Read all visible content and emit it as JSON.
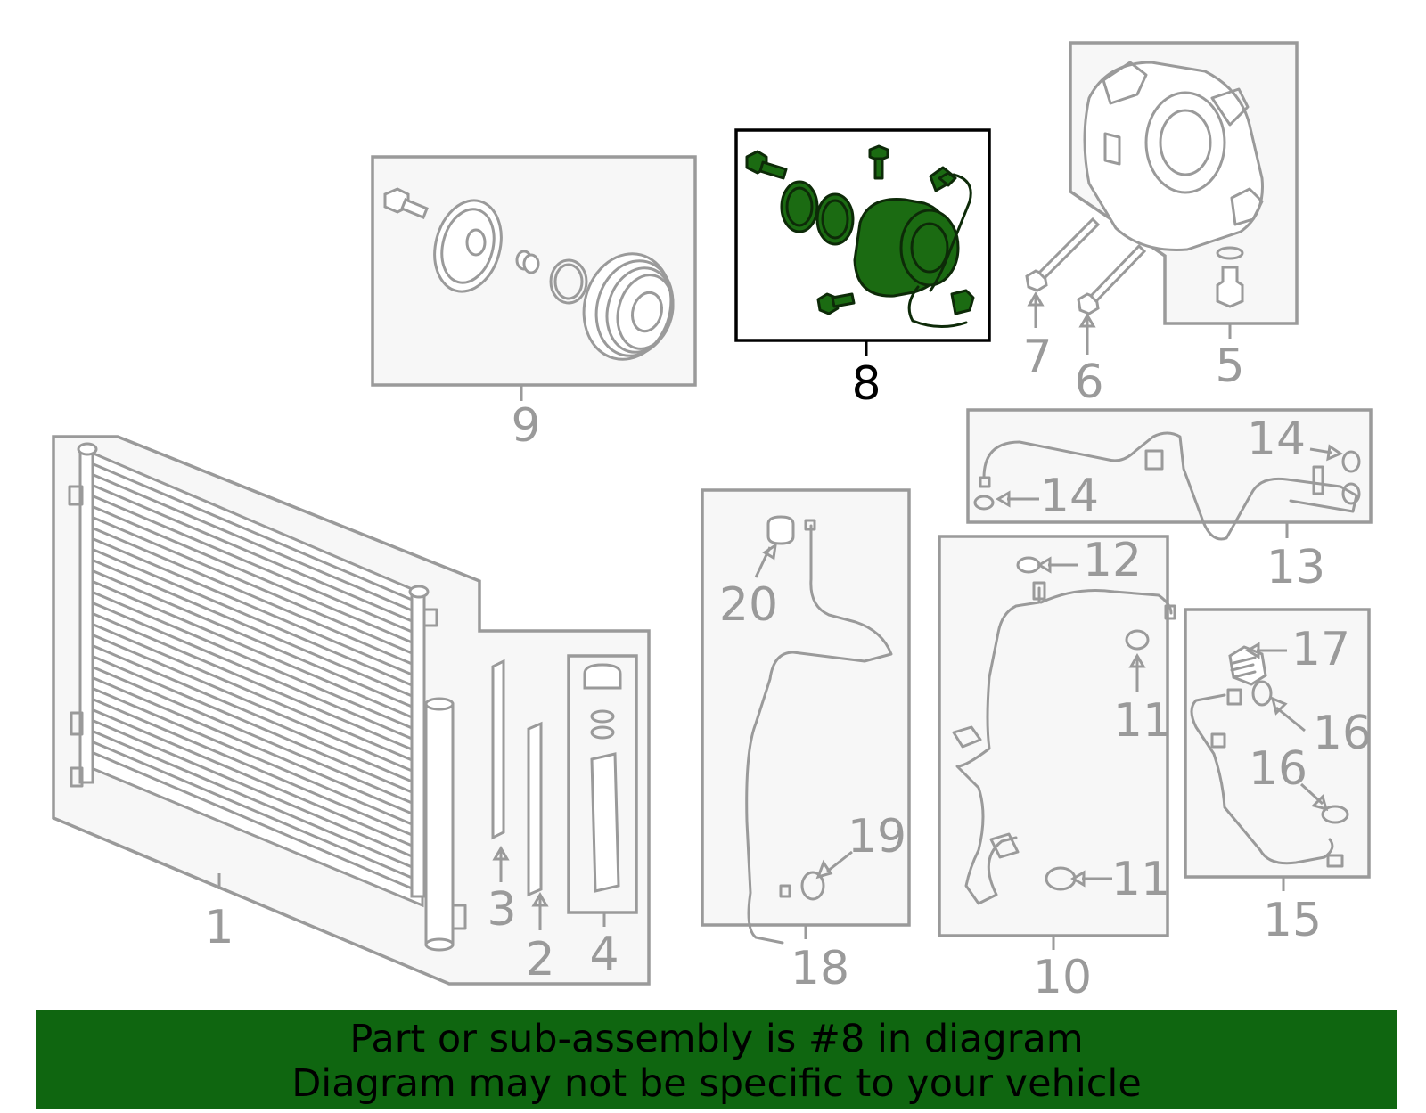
{
  "callouts": {
    "n1": "1",
    "n2": "2",
    "n3": "3",
    "n4": "4",
    "n5": "5",
    "n6": "6",
    "n7": "7",
    "n8": "8",
    "n9": "9",
    "n10": "10",
    "n11a": "11",
    "n11b": "11",
    "n12": "12",
    "n13": "13",
    "n14a": "14",
    "n14b": "14",
    "n15": "15",
    "n16a": "16",
    "n16b": "16",
    "n17": "17",
    "n18": "18",
    "n19": "19",
    "n20": "20"
  },
  "highlight": {
    "part_number": "8",
    "color": "#1b6b12",
    "banner_color": "#0f6610"
  },
  "banner": {
    "line1": "Part or sub-assembly is #8 in diagram",
    "line2": "Diagram may not be specific to your vehicle"
  }
}
